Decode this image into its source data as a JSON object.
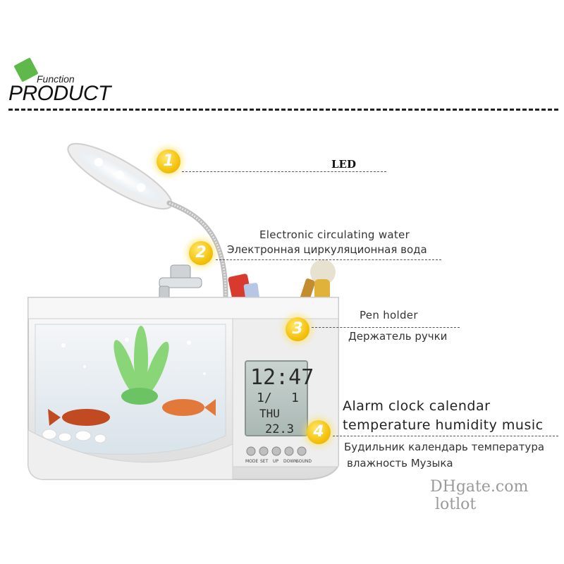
{
  "logo": {
    "small": "Function",
    "big": "PRODUCT"
  },
  "colors": {
    "accent": "#5fb84a",
    "marker": "#f4c20d",
    "lcd": "#bcc8c4"
  },
  "callouts": [
    {
      "number": "1",
      "lines": [
        "LED"
      ]
    },
    {
      "number": "2",
      "lines": [
        "Electronic circulating water",
        "Электронная циркуляционная вода"
      ]
    },
    {
      "number": "3",
      "lines": [
        "Pen holder",
        "Держатель ручки"
      ]
    },
    {
      "number": "4",
      "lines": [
        "Alarm clock  calendar",
        "temperature  humidity music",
        "Будильник календарь температура",
        "влажность Музыка"
      ]
    }
  ],
  "lcd": {
    "time": "12:47",
    "date_left": "1/",
    "date_right": "1",
    "day": "THU",
    "temp": "22.3"
  },
  "buttons": [
    "MODE",
    "SET",
    "UP",
    "DOWN",
    "SOUND"
  ],
  "watermark": {
    "brand": "DHgate.com",
    "store": "lotlot"
  }
}
